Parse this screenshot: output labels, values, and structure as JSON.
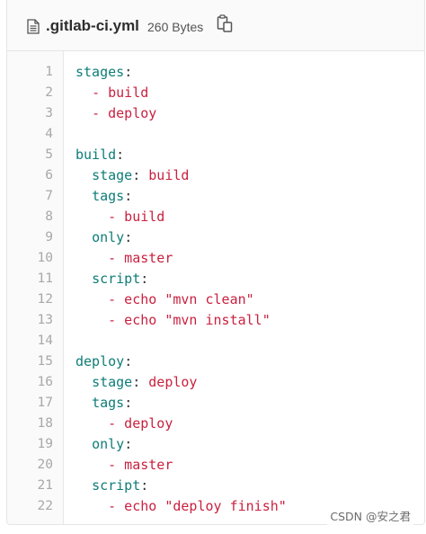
{
  "file": {
    "name": ".gitlab-ci.yml",
    "size": "260 Bytes",
    "icon": "file-text-icon",
    "copy_icon": "copy-icon"
  },
  "code": {
    "lines": [
      {
        "number": "1",
        "indent": "",
        "key": "stages",
        "punct": ":",
        "value": ""
      },
      {
        "number": "2",
        "indent": "  ",
        "key": "",
        "punct": "",
        "value": "- build"
      },
      {
        "number": "3",
        "indent": "  ",
        "key": "",
        "punct": "",
        "value": "- deploy"
      },
      {
        "number": "4",
        "indent": "",
        "key": "",
        "punct": "",
        "value": ""
      },
      {
        "number": "5",
        "indent": "",
        "key": "build",
        "punct": ":",
        "value": ""
      },
      {
        "number": "6",
        "indent": "  ",
        "key": "stage",
        "punct": ": ",
        "value": "build"
      },
      {
        "number": "7",
        "indent": "  ",
        "key": "tags",
        "punct": ":",
        "value": ""
      },
      {
        "number": "8",
        "indent": "    ",
        "key": "",
        "punct": "",
        "value": "- build"
      },
      {
        "number": "9",
        "indent": "  ",
        "key": "only",
        "punct": ":",
        "value": ""
      },
      {
        "number": "10",
        "indent": "    ",
        "key": "",
        "punct": "",
        "value": "- master"
      },
      {
        "number": "11",
        "indent": "  ",
        "key": "script",
        "punct": ":",
        "value": ""
      },
      {
        "number": "12",
        "indent": "    ",
        "key": "",
        "punct": "",
        "value": "- echo \"mvn clean\""
      },
      {
        "number": "13",
        "indent": "    ",
        "key": "",
        "punct": "",
        "value": "- echo \"mvn install\""
      },
      {
        "number": "14",
        "indent": "",
        "key": "",
        "punct": "",
        "value": ""
      },
      {
        "number": "15",
        "indent": "",
        "key": "deploy",
        "punct": ":",
        "value": ""
      },
      {
        "number": "16",
        "indent": "  ",
        "key": "stage",
        "punct": ": ",
        "value": "deploy"
      },
      {
        "number": "17",
        "indent": "  ",
        "key": "tags",
        "punct": ":",
        "value": ""
      },
      {
        "number": "18",
        "indent": "    ",
        "key": "",
        "punct": "",
        "value": "- deploy"
      },
      {
        "number": "19",
        "indent": "  ",
        "key": "only",
        "punct": ":",
        "value": ""
      },
      {
        "number": "20",
        "indent": "    ",
        "key": "",
        "punct": "",
        "value": "- master"
      },
      {
        "number": "21",
        "indent": "  ",
        "key": "script",
        "punct": ":",
        "value": ""
      },
      {
        "number": "22",
        "indent": "    ",
        "key": "",
        "punct": "",
        "value": "- echo \"deploy finish\""
      }
    ]
  },
  "watermark": {
    "text": "CSDN @安之君"
  },
  "colors": {
    "key": "#0e7d78",
    "value": "#c9213f",
    "line_number": "#a8a8a8",
    "header_bg": "#fafafa"
  }
}
